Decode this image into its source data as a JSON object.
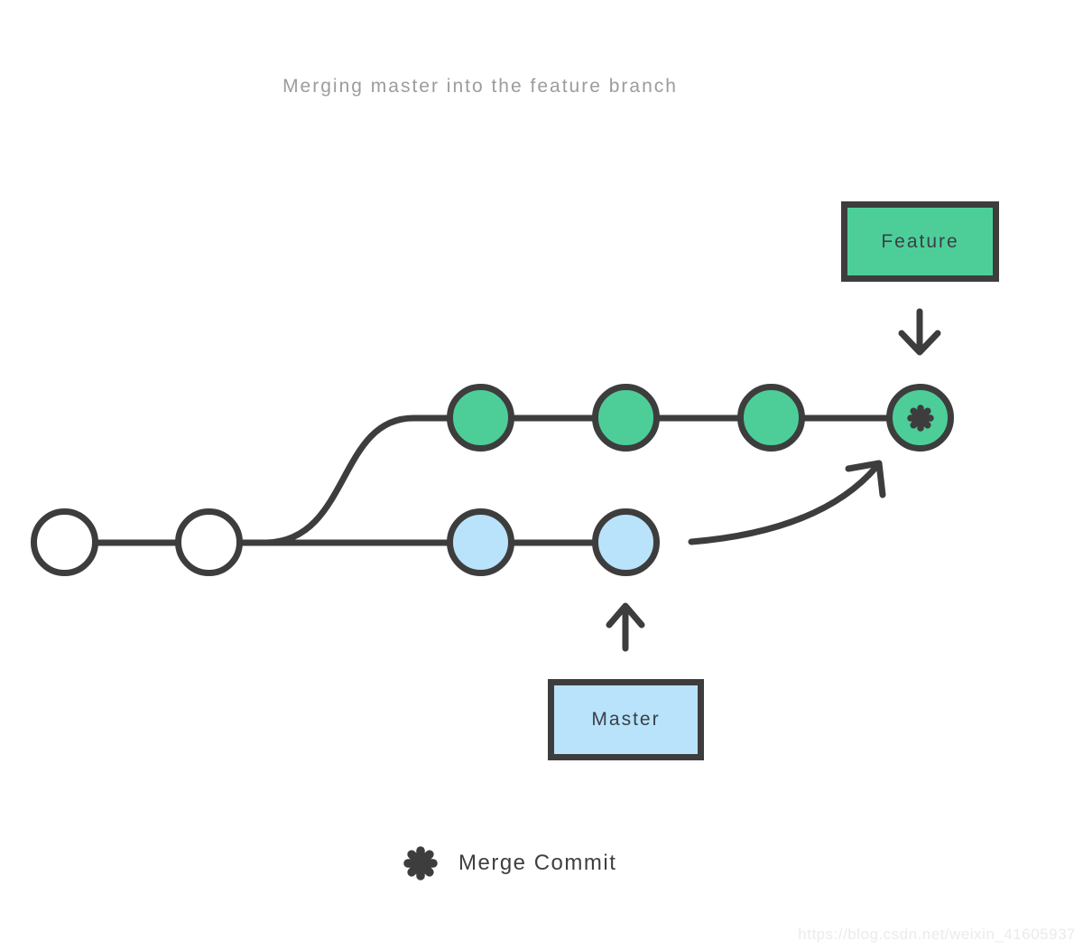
{
  "title": "Merging master into the feature branch",
  "labels": {
    "feature": "Feature",
    "master": "Master"
  },
  "legend": {
    "merge_commit": "Merge Commit"
  },
  "watermark": "https://blog.csdn.net/weixin_41605937",
  "colors": {
    "stroke_dark": "#3d3d3d",
    "feature_green": "#4dce99",
    "master_blue": "#b8e3fb",
    "title_gray": "#9c9c9c",
    "watermark_gray": "#ebebeb",
    "background": "#ffffff"
  },
  "graph": {
    "base_commits": 2,
    "master_branch_commits": 2,
    "feature_branch_commits": 3,
    "merge_commits": 1,
    "merge_direction": "master into feature",
    "merge_commit_marker": "eight-petal asterisk"
  }
}
